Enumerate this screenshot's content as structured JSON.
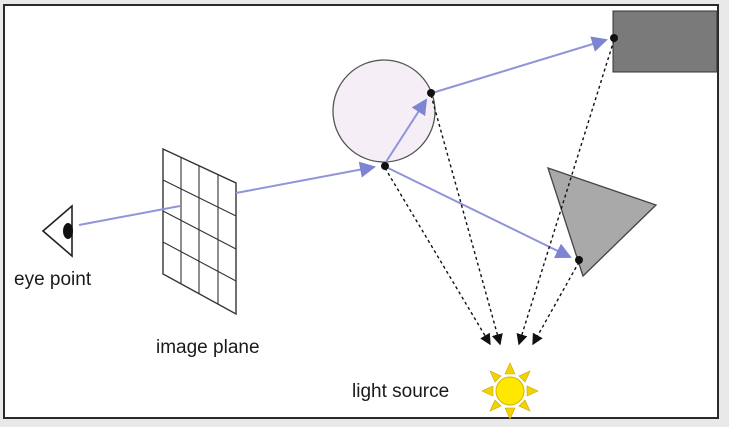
{
  "labels": {
    "eye": "eye point",
    "image_plane": "image plane",
    "light": "light source"
  },
  "colors": {
    "ray": "#8f95d8",
    "shadow_ray": "#111111",
    "sphere_fill": "#f6eef6",
    "box_fill": "#7a7a7a",
    "triangle_fill": "#a9a9a9",
    "sun_core": "#ffe800",
    "sun_rays": "#f2d200"
  }
}
